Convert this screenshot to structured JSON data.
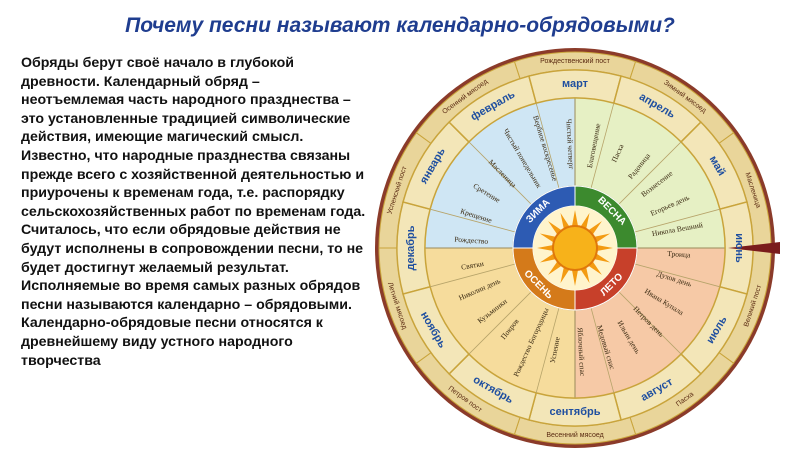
{
  "title": "Почему песни называют календарно-обрядовыми?",
  "body_text": "Обряды берут своё начало в глубокой древности. Календарный обряд – неотъемлемая часть народного празднества – это установленные традицией символические действия, имеющие магический смысл. Известно, что народные празднества связаны прежде всего с хозяйственной деятельностью и приурочены к временам года, т.е. распорядку сельскохозяйственных работ по временам года. Считалось, что если обрядовые действия не будут исполнены в сопровождении песни, то не будет достигнут желаемый результат. Исполняемые во время самых разных обрядов песни называются календарно – обрядовыми. Календарно-обрядовые песни относятся к древнейшему виду устного народного творчества",
  "calendar": {
    "seasons": [
      "ЗИМА",
      "ВЕСНА",
      "ЛЕТО",
      "ОСЕНЬ"
    ],
    "months": [
      "декабрь",
      "январь",
      "февраль",
      "март",
      "апрель",
      "май",
      "июнь",
      "июль",
      "август",
      "сентябрь",
      "октябрь",
      "ноябрь"
    ],
    "outer_periods": [
      "Рождественский пост",
      "Зимний мясоед",
      "Масленица",
      "Великий пост",
      "Пасха",
      "Весенний мясоед",
      "Петров пост",
      "Летний мясоед",
      "Успенский пост",
      "Осенний мясоед"
    ],
    "holidays": [
      "Святки",
      "Рождество",
      "Крещение",
      "Сретение",
      "Масленица",
      "Чистый понедельник",
      "Вербное воскресенье",
      "Чистый четверг",
      "Благовещение",
      "Пасха",
      "Радоница",
      "Вознесение",
      "Егорьев день",
      "Никола Вешний",
      "Троица",
      "Духов день",
      "Ивана Купала",
      "Петров день",
      "Ильин день",
      "Медовый спас",
      "Яблочный спас",
      "Успение",
      "Рождество Богородицы",
      "Покров",
      "Кузьминки",
      "Николин день"
    ],
    "colors": {
      "winter": "#cfe6f4",
      "spring": "#e6f0c4",
      "summer": "#f6c9a6",
      "autumn": "#f6dc9c",
      "month_ring": "#f3e6b8",
      "month_border": "#c9a43b",
      "outer_ring": "#e9d59a",
      "rim": "#8b3b2a",
      "center_blue": "#2d5bb3",
      "center_green": "#3c8a2e",
      "center_red": "#c7402a",
      "center_orange": "#d47a1a",
      "sun": "#f7b21a"
    }
  }
}
